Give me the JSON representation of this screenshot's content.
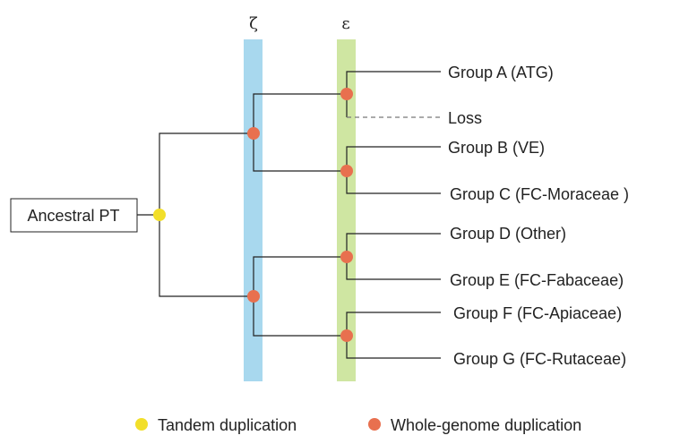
{
  "colors": {
    "zeta_band": "#a8d8ee",
    "epsilon_band": "#cfe6a2",
    "tandem_dup": "#f2df2a",
    "wgd": "#e8704f",
    "line": "#222222",
    "loss_line": "#777777"
  },
  "bands": {
    "zeta_label": "ζ",
    "epsilon_label": "ε"
  },
  "root_label": "Ancestral PT",
  "leaves": {
    "a": "Group A (ATG)",
    "loss": "Loss",
    "b": "Group B (VE)",
    "c": "Group C (FC-Moraceae )",
    "d": "Group D (Other)",
    "e": "Group E (FC-Fabaceae)",
    "f": "Group F (FC-Apiaceae)",
    "g": "Group G (FC-Rutaceae)"
  },
  "legend": {
    "tandem": "Tandem duplication",
    "wgd": "Whole-genome duplication"
  }
}
